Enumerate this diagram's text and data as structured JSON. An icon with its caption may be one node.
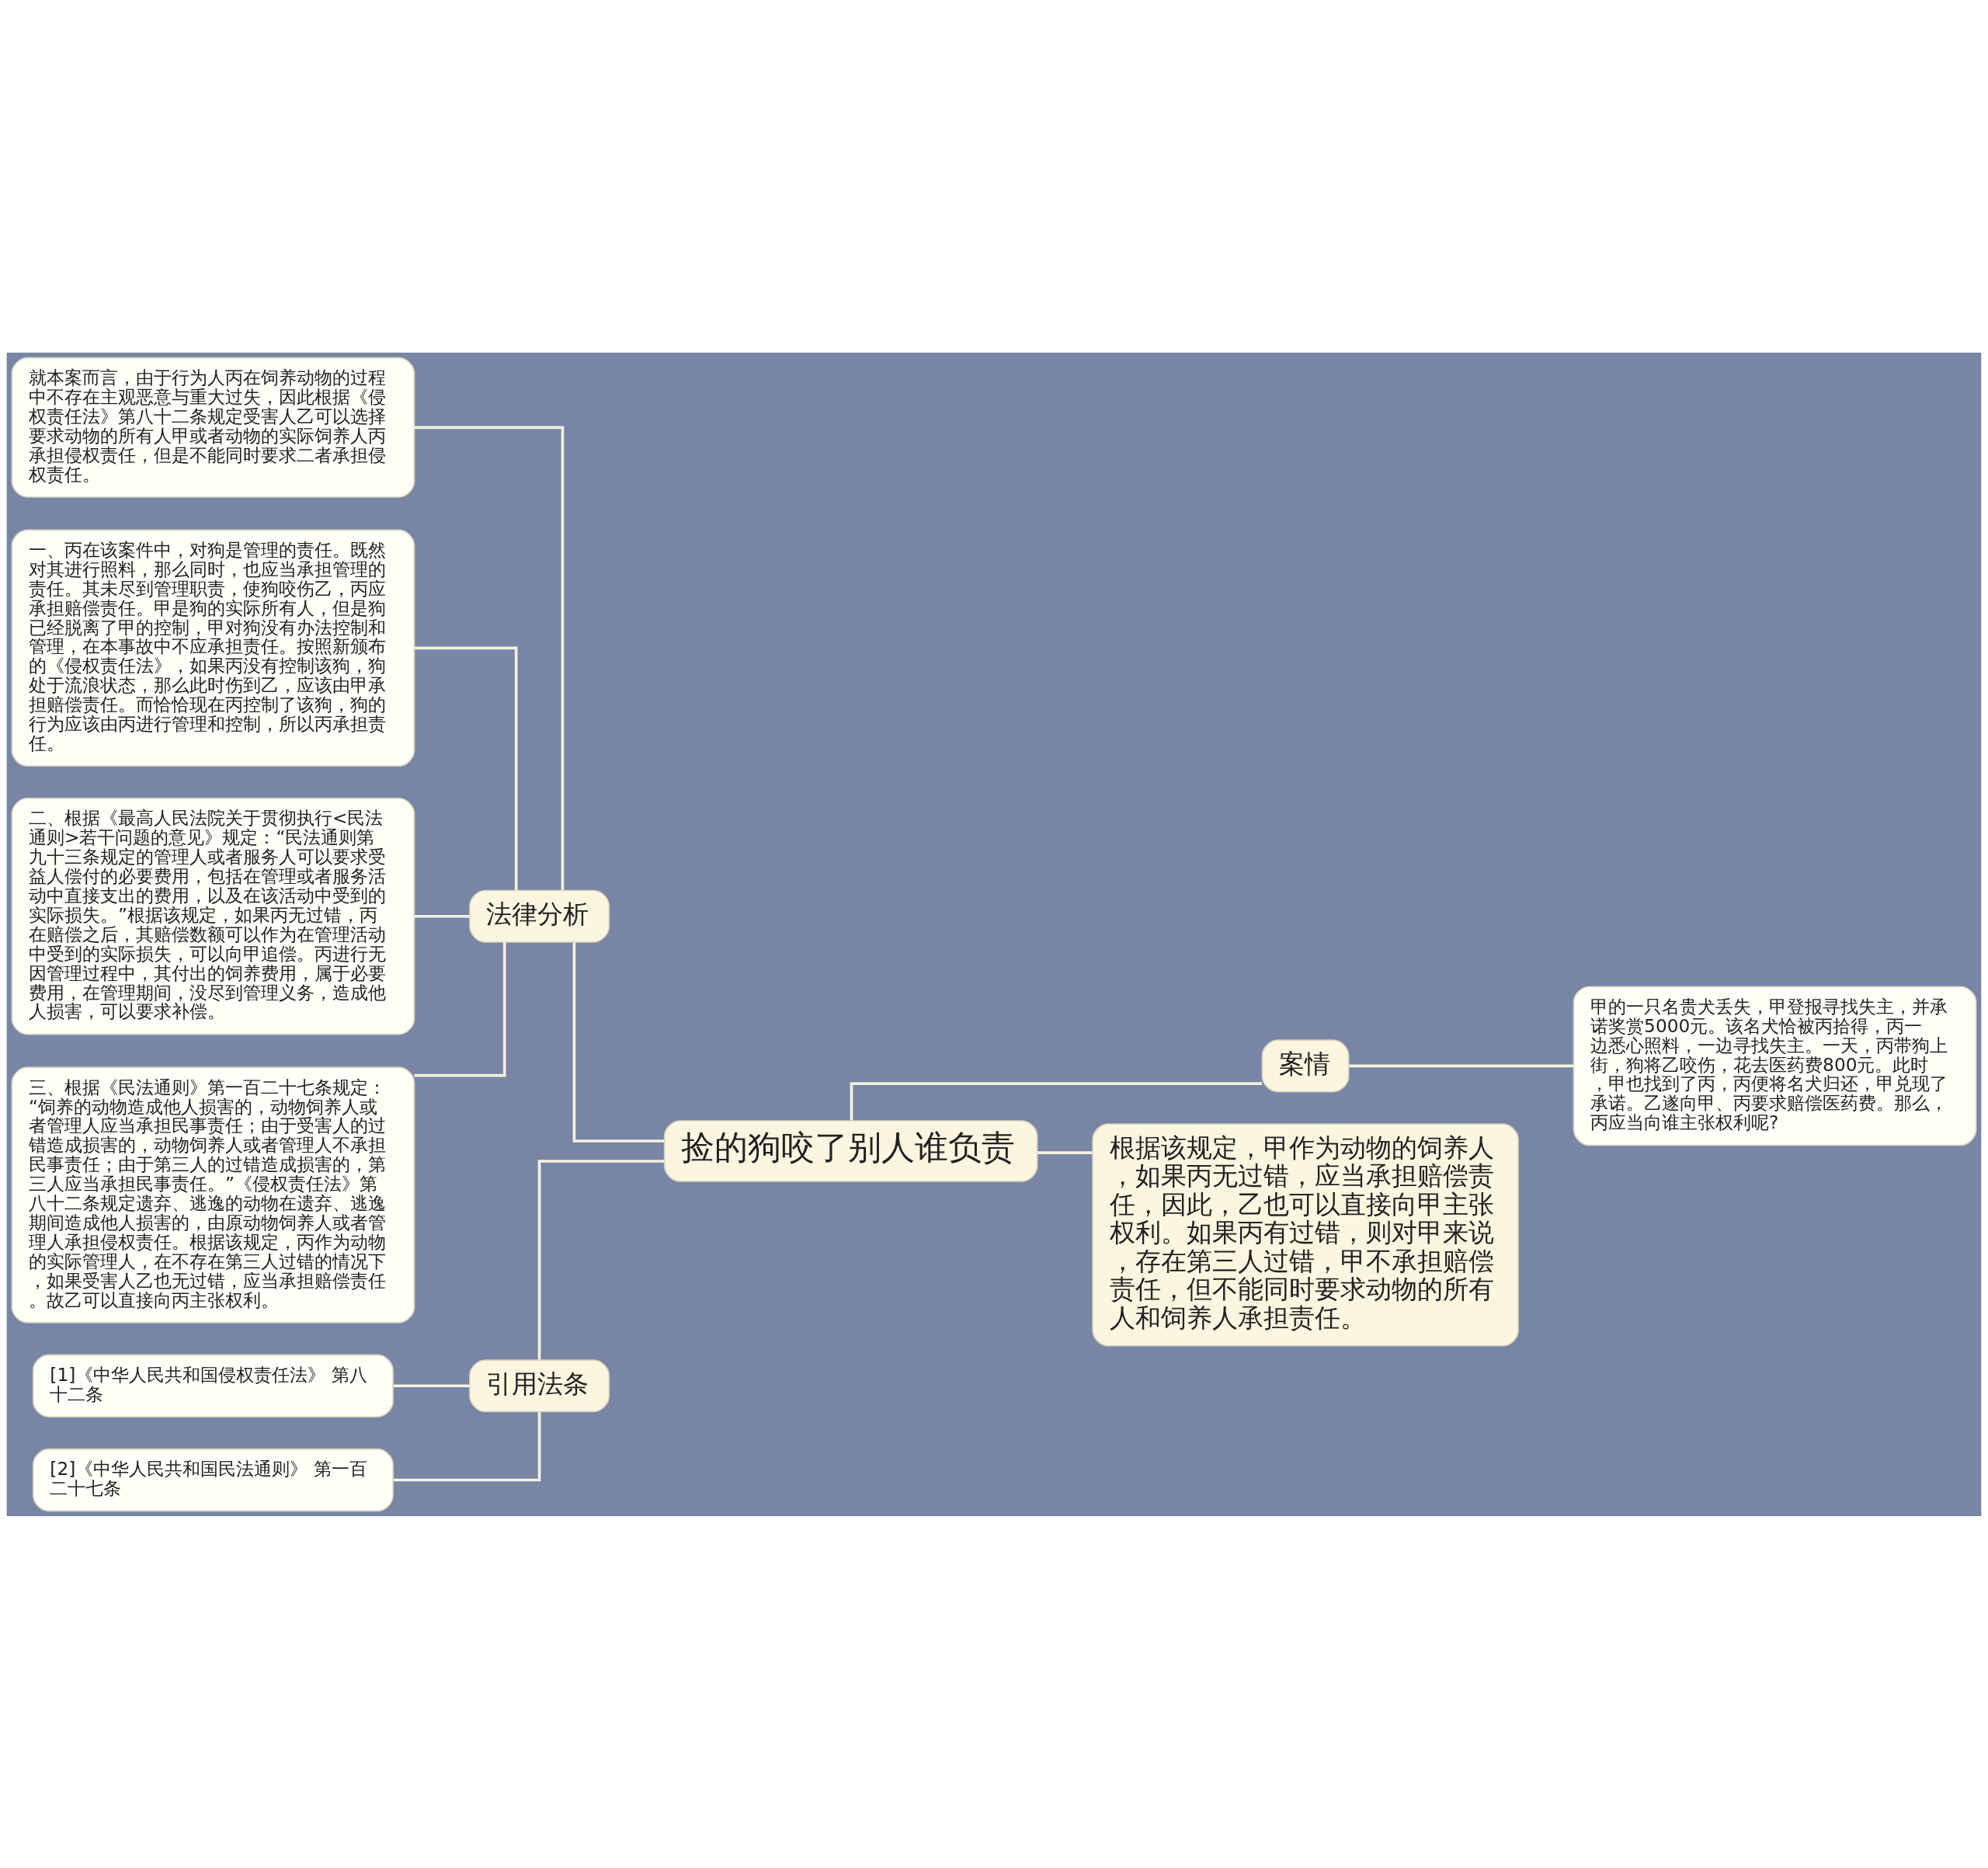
{
  "diagram": {
    "nodes": [
      {
        "text": [
          "捡的狗咬了别人谁负责"
        ]
      },
      {
        "text": [
          "法律分析"
        ]
      },
      {
        "text": [
          "就本案而言，由于行为人丙在饲养动物的过程中不存在主观恶意与重大过失，因此根据《侵权责任法》第八十二条规定受害人乙可以选择要求动物的所有人甲或者动物的实际饲养人丙承担侵权责任，但是不能同时要求二者承担侵权责任。"
        ]
      },
      {
        "text": [
          "一、丙在该案件中，对狗是管理的责任。既然对其进行照料，那么同时，也应当承担管理的责任。其未尽到管理职责，使狗咬伤乙，丙应承担赔偿责任。甲是狗的实际所有人，但是狗已经脱离了甲的控制，甲对狗没有办法控制和管理，在本事故中不应承担责任。按照新颁布的《侵权责任法》，如果丙没有控制该狗，狗处于流浪状态，那么此时伤到乙，应该由甲承担赔偿责任。而恰恰现在丙控制了该狗，狗的行为应该由丙进行管理和控制，所以丙承担责任。"
        ]
      },
      {
        "text": [
          "二、根据《最高人民法院关于贯彻执行<民法通则>若干问题的意见》规定：“民法通则第九十三条规定的管理人或者服务人可以要求受益人偿付的必要费用，包括在管理或者服务活动中直接支出的费用，以及在该活动中受到的实际损失。”根据该规定，如果丙无过错，丙在赔偿之后，其赔偿数额可以作为在管理活动中受到的实际损失，可以向甲追偿。丙进行无因管理过程中，其付出的饲养费用，属于必要费用，在管理期间，没尽到管理义务，造成他人损害，可以要求补偿。"
        ]
      },
      {
        "text": [
          "三、根据《民法通则》第一百二十七条规定：“饲养的动物造成他人损害的，动物饲养人或者管理人应当承担民事责任；由于受害人的过错造成损害的，动物饲养人或者管理人不承担民事责任；由于第三人的过错造成损害的，第三人应当承担民事责任。”《侵权责任法》第八十二条规定遗弃、逃逸的动物在遗弃、逃逸期间造成他人损害的，由原动物饲养人或者管理人承担侵权责任。根据该规定，丙作为动物的实际管理人，在不存在第三人过错的情况下，如果受害人乙也无过错，应当承担赔偿责任。故乙可以直接向丙主张权利。"
        ]
      },
      {
        "text": [
          "引用法条"
        ]
      },
      {
        "text": [
          "[1]《中华人民共和国侵权责任法》 第八十二条"
        ]
      },
      {
        "text": [
          "[2]《中华人民共和国民法通则》 第一百二十七条"
        ]
      },
      {
        "text": [
          "案情"
        ]
      },
      {
        "text": [
          "甲的一只名贵犬丢失，甲登报寻找失主，并承诺奖赏5000元。该名犬恰被丙拾得，丙一边悉心照料，一边寻找失主。一天，丙带狗上街，狗将乙咬伤，花去医药费800元。此时，甲也找到了丙，丙便将名犬归还，甲兑现了承诺。乙遂向甲、丙要求赔偿医药费。那么，丙应当向谁主张权利呢?"
        ]
      },
      {
        "text": [
          "根据该规定，甲作为动物的饲养人，如果丙无过错，应当承担赔偿责任，因此，乙也可以直接向甲主张权利。如果丙有过错，则对甲来说，存在第三人过错，甲不承担赔偿责任，但不能同时要求动物的所有人和饲养人承担责任。"
        ]
      }
    ],
    "edges": [
      {
        "from": 0,
        "to": 1,
        "arrow": "none"
      },
      {
        "from": 1,
        "to": 2,
        "arrow": "none"
      },
      {
        "from": 1,
        "to": 3,
        "arrow": "none"
      },
      {
        "from": 1,
        "to": 4,
        "arrow": "none"
      },
      {
        "from": 1,
        "to": 5,
        "arrow": "none"
      },
      {
        "from": 0,
        "to": 6,
        "arrow": "none"
      },
      {
        "from": 6,
        "to": 7,
        "arrow": "none"
      },
      {
        "from": 6,
        "to": 8,
        "arrow": "none"
      },
      {
        "from": 0,
        "to": 9,
        "arrow": "none"
      },
      {
        "from": 9,
        "to": 10,
        "arrow": "none"
      },
      {
        "from": 0,
        "to": 11,
        "arrow": "none"
      }
    ]
  }
}
